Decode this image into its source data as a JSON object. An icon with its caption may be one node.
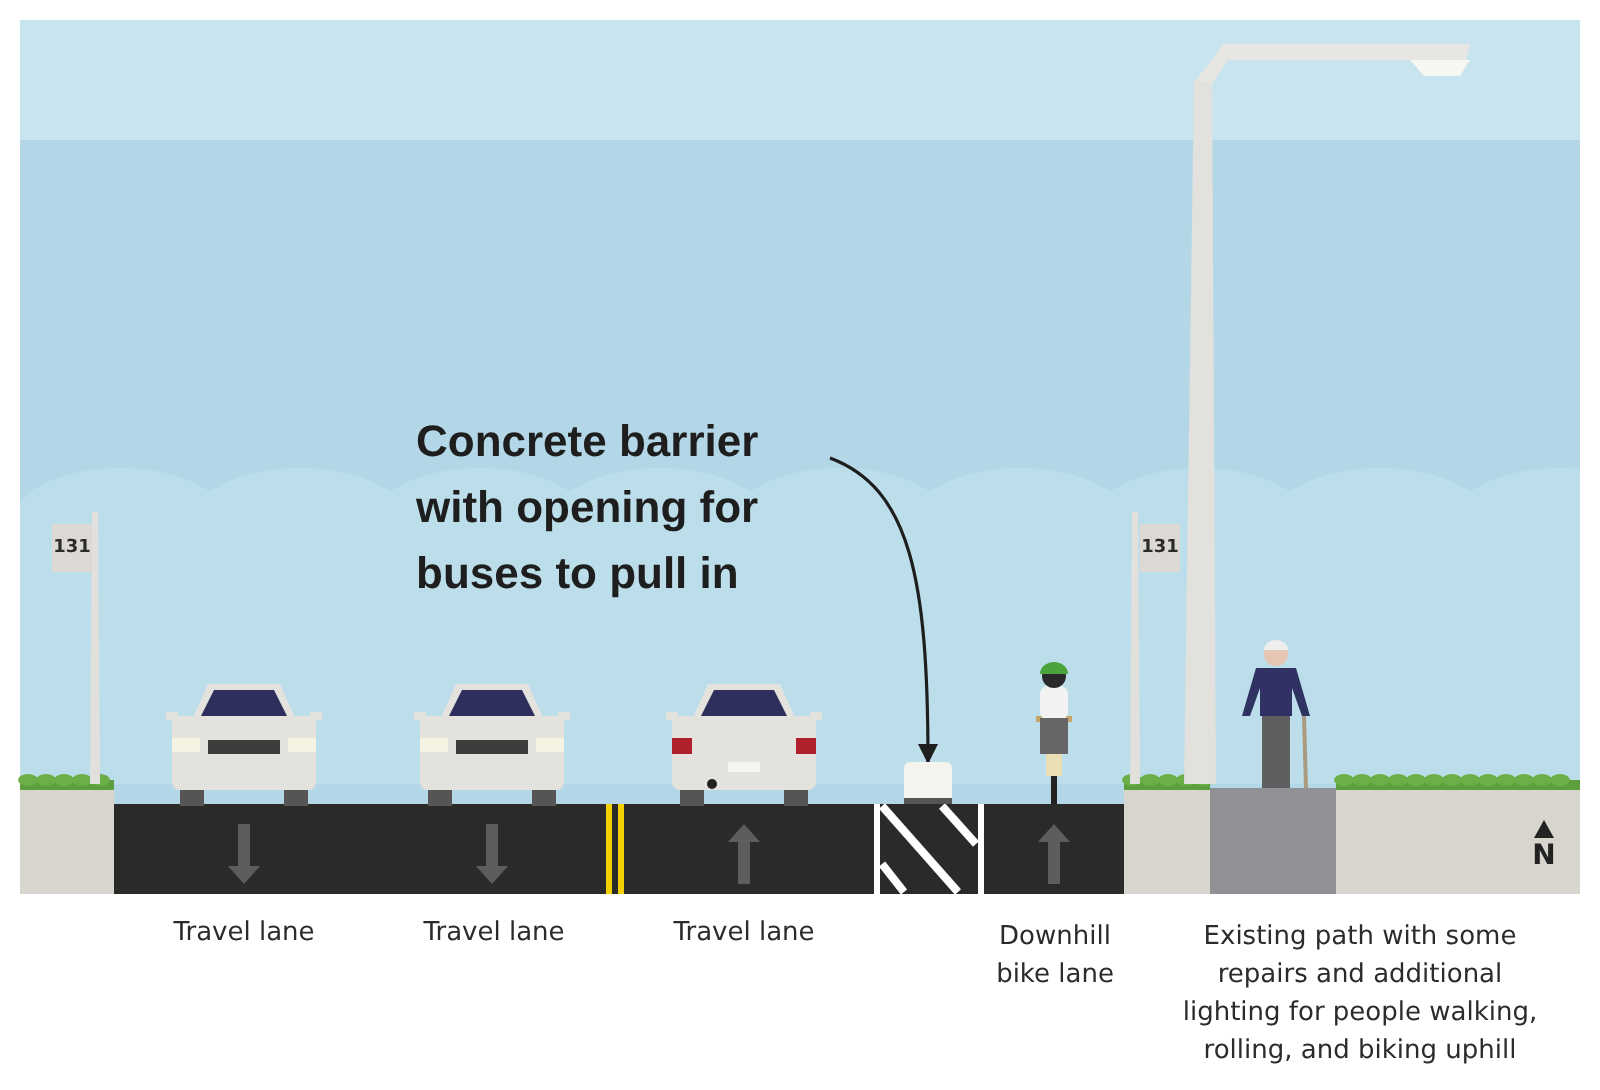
{
  "diagram": {
    "nodes": [
      {
        "text": [
          "Concrete barrier with opening for buses to pull in"
        ]
      },
      {
        "text": [],
        "shape": "box"
      }
    ],
    "edges": [
      {
        "from": 0,
        "to": 1,
        "arrow": "to"
      }
    ],
    "labels": [
      "131",
      "131",
      "Travel lane",
      "Travel lane",
      "Travel lane",
      "Downhill bike lane",
      "Existing path with some repairs and additional lighting for people walking, rolling, and biking uphill",
      "N"
    ]
  }
}
